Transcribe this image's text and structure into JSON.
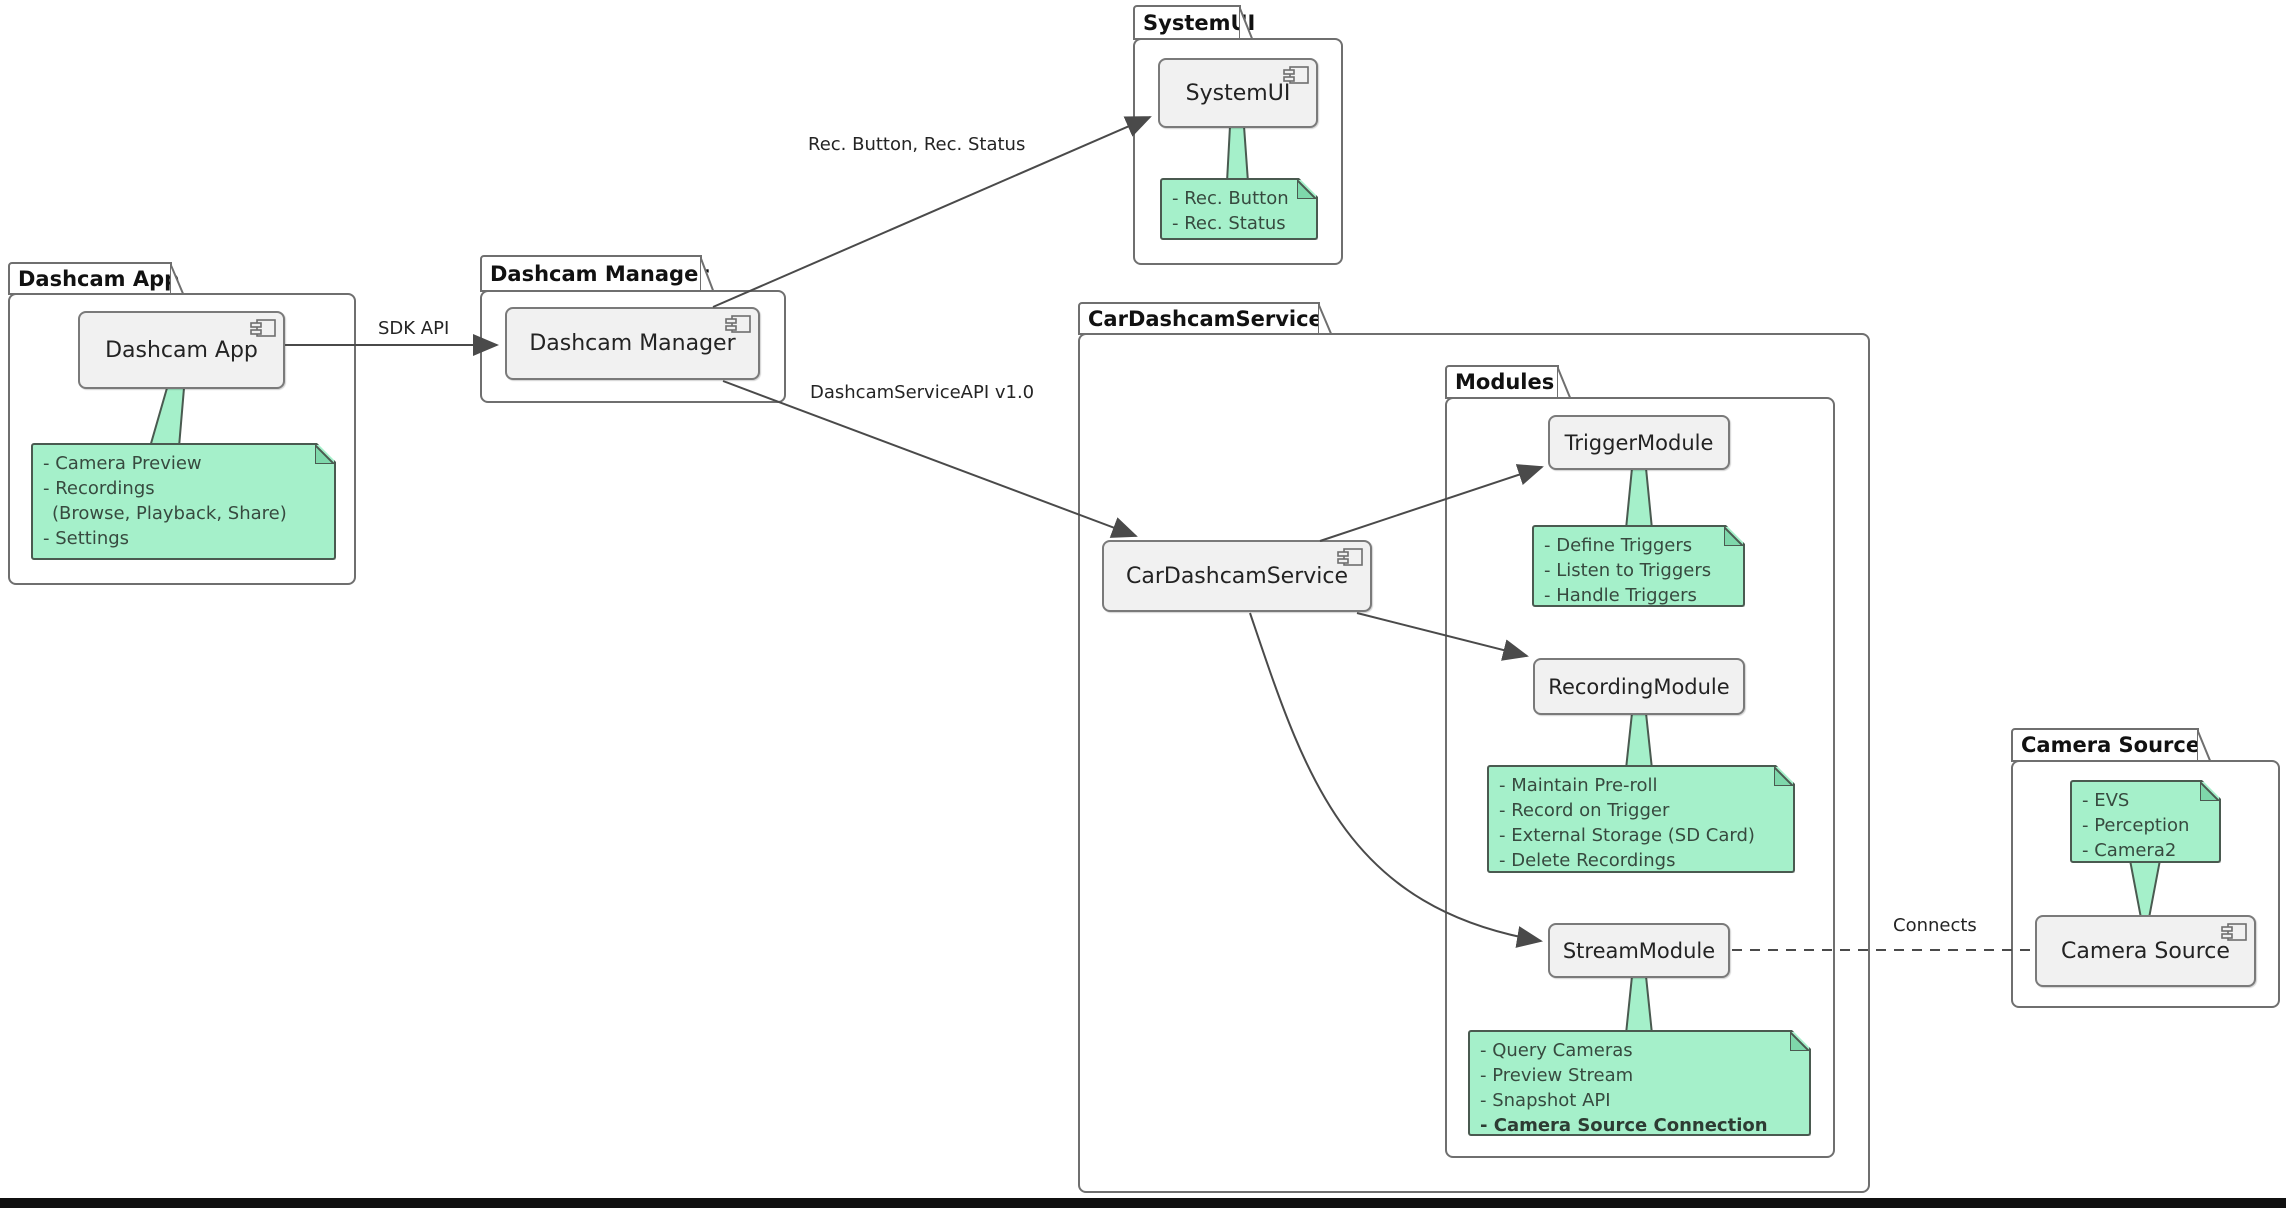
{
  "colors": {
    "note_fill": "#a5f0ca",
    "note_border": "#4a5a50",
    "box_fill": "#f1f1f1",
    "box_border": "#7a7a7a",
    "package_border": "#6f6f6f",
    "arrow": "#4a4a4a"
  },
  "packages": {
    "dashcam_app": {
      "title": "Dashcam App"
    },
    "dashcam_manager": {
      "title": "Dashcam Manager"
    },
    "systemui": {
      "title": "SystemUI"
    },
    "car_dashcam_service": {
      "title": "CarDashcamService"
    },
    "modules": {
      "title": "Modules"
    },
    "camera_source": {
      "title": "Camera Source"
    }
  },
  "components": {
    "dashcam_app": "Dashcam App",
    "dashcam_manager": "Dashcam Manager",
    "systemui": "SystemUI",
    "car_dashcam_service": "CarDashcamService",
    "trigger_module": "TriggerModule",
    "recording_module": "RecordingModule",
    "stream_module": "StreamModule",
    "camera_source": "Camera Source"
  },
  "notes": {
    "dashcam_app": {
      "lines": [
        "- Camera Preview",
        "- Recordings",
        "(Browse, Playback, Share)",
        "- Settings"
      ]
    },
    "systemui": {
      "lines": [
        "- Rec. Button",
        "- Rec. Status"
      ]
    },
    "trigger_module": {
      "lines": [
        "- Define Triggers",
        "- Listen to Triggers",
        "- Handle Triggers"
      ]
    },
    "recording_module": {
      "lines": [
        "- Maintain Pre-roll",
        "- Record on Trigger",
        "- External Storage (SD Card)",
        "- Delete Recordings"
      ]
    },
    "stream_module": {
      "lines": [
        "- Query Cameras",
        "- Preview Stream",
        "- Snapshot API",
        "- Camera Source Connection"
      ]
    },
    "camera_source": {
      "lines": [
        "- EVS",
        "- Perception",
        "- Camera2"
      ]
    }
  },
  "edge_labels": {
    "sdk_api": "SDK API",
    "rec_button_status": "Rec. Button, Rec. Status",
    "dashcam_service_api": "DashcamServiceAPI v1.0",
    "connects": "Connects"
  }
}
